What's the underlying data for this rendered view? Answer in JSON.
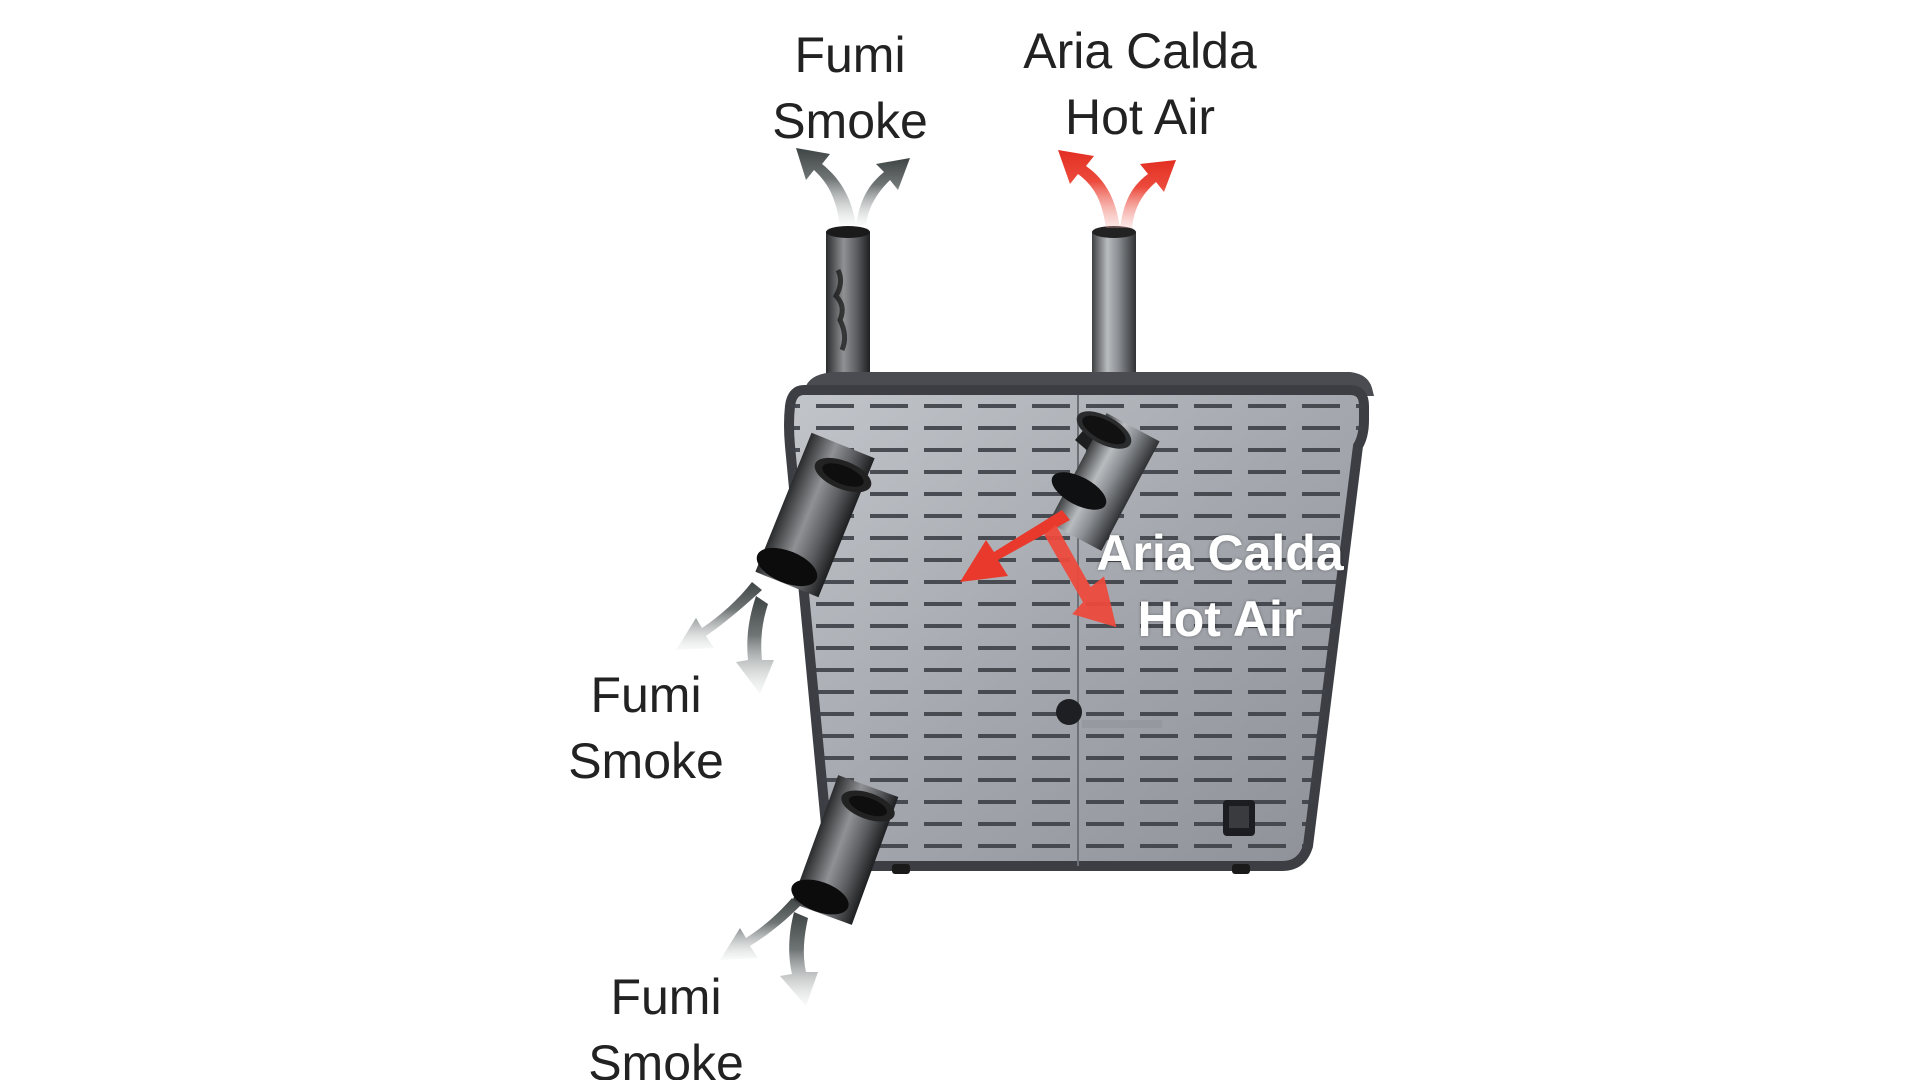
{
  "labels": {
    "top_smoke": {
      "line1": "Fumi",
      "line2": "Smoke"
    },
    "top_hot_air": {
      "line1": "Aria Calda",
      "line2": "Hot Air"
    },
    "front_hot_air": {
      "line1": "Aria Calda",
      "line2": "Hot Air"
    },
    "left_smoke": {
      "line1": "Fumi",
      "line2": "Smoke"
    },
    "bottom_smoke": {
      "line1": "Fumi",
      "line2": "Smoke"
    }
  },
  "colors": {
    "smoke_arrow": "#4a4f4f",
    "hot_air_arrow": "#e8392c",
    "panel": "#a9adb2",
    "panel_frame": "#3c3e44"
  },
  "icons": {
    "smoke_arrow": "smoke-arrow-icon",
    "hot_air_arrow": "hot-air-arrow-icon"
  }
}
